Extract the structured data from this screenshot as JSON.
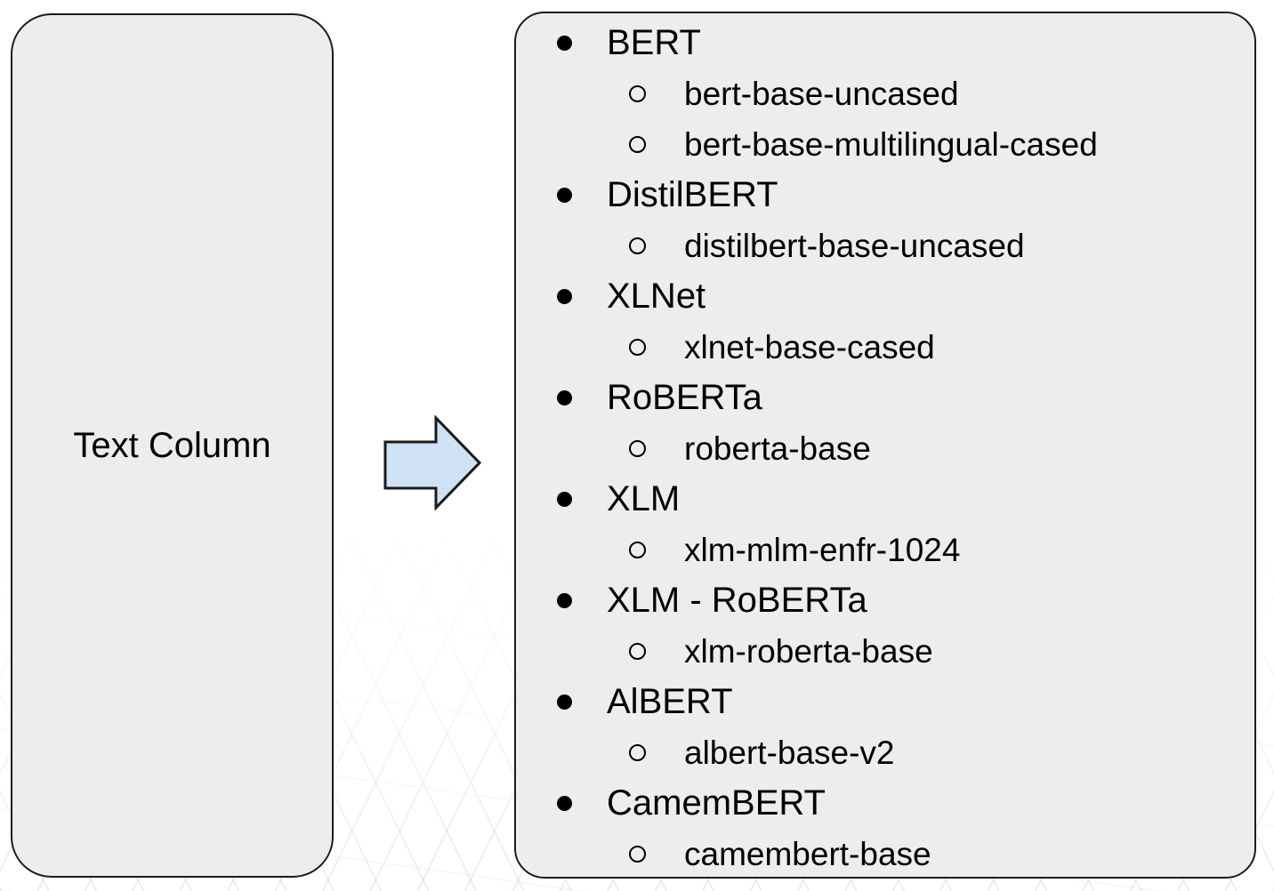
{
  "left_panel": {
    "label": "Text Column"
  },
  "arrow": {
    "meaning": "maps-to"
  },
  "colors": {
    "box_fill": "#ededed",
    "box_border": "#1c1c1c",
    "arrow_fill": "#cfe2f3",
    "text": "#000000"
  },
  "models": {
    "families": [
      {
        "name": "BERT",
        "variants": [
          "bert-base-uncased",
          "bert-base-multilingual-cased"
        ]
      },
      {
        "name": "DistilBERT",
        "variants": [
          "distilbert-base-uncased"
        ]
      },
      {
        "name": "XLNet",
        "variants": [
          "xlnet-base-cased"
        ]
      },
      {
        "name": "RoBERTa",
        "variants": [
          "roberta-base"
        ]
      },
      {
        "name": "XLM",
        "variants": [
          "xlm-mlm-enfr-1024"
        ]
      },
      {
        "name": "XLM - RoBERTa",
        "variants": [
          "xlm-roberta-base"
        ]
      },
      {
        "name": "AlBERT",
        "variants": [
          "albert-base-v2"
        ]
      },
      {
        "name": "CamemBERT",
        "variants": [
          "camembert-base"
        ]
      }
    ]
  }
}
